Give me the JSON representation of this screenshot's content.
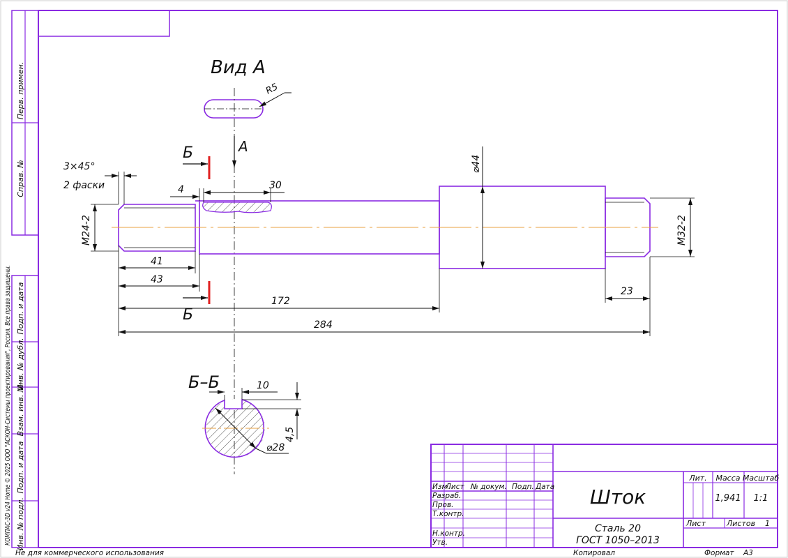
{
  "drawing": {
    "view_a_title": "Вид А",
    "radius_label": "R5",
    "arrow_a": "A",
    "section_b_top": "Б",
    "section_b_bottom": "Б",
    "section_title": "Б–Б",
    "chamfer_note_1": "3×45°",
    "chamfer_note_2": "2 фаски",
    "dims": {
      "d_4": "4",
      "d_30": "30",
      "d_44": "⌀44",
      "d_m24": "M24-2",
      "d_m32": "M32-2",
      "d_41": "41",
      "d_43": "43",
      "d_172": "172",
      "d_23": "23",
      "d_284": "284",
      "d_10": "10",
      "d_45": "4,5",
      "d_28": "⌀28"
    }
  },
  "side_stamp": {
    "perv_primen": "Перв. примен.",
    "sprav_no": "Справ. №",
    "podp_data_1": "Подп. и дата",
    "inv_dubl": "Инв. № дубл.",
    "vzam_inv": "Взам. инв. №",
    "podp_data_2": "Подп. и дата",
    "inv_podl": "Инв. № подл."
  },
  "copyright": "КОМПАС-3D v24 Home © 2025 ООО \"АСКОН-Системы проектирования\", Россия. Все права защищены.",
  "title_block": {
    "col_izm": "Изм.",
    "col_list": "Лист",
    "col_doc": "№ докум.",
    "col_podp": "Подп.",
    "col_data": "Дата",
    "row_razrab": "Разраб.",
    "row_prov": "Пров.",
    "row_tkontr": "Т.контр.",
    "row_nkontr": "Н.контр.",
    "row_utv": "Утв.",
    "part_name": "Шток",
    "material_1": "Сталь 20",
    "material_2": "ГОСТ 1050–2013",
    "lit_label": "Лит.",
    "mass_label": "Масса",
    "scale_label": "Масштаб",
    "mass_value": "1,941",
    "scale_value": "1:1",
    "sheet_label": "Лист",
    "sheets_label": "Листов",
    "sheets_value": "1"
  },
  "footer": {
    "noncommercial": "Не для коммерческого использования",
    "copied": "Копировал",
    "format_label": "Формат",
    "format_value": "А3"
  }
}
